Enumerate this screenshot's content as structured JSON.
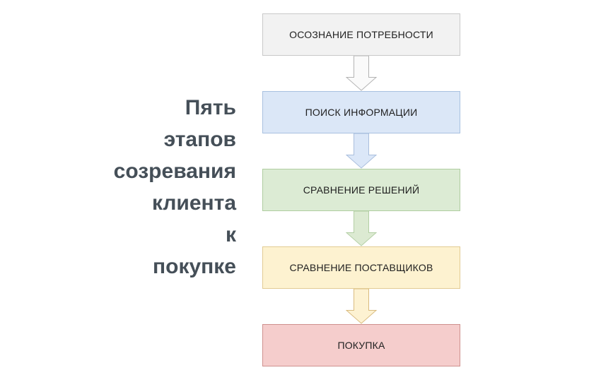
{
  "title": {
    "full_text": "Пять этапов созревания клиента к покупке",
    "lines": [
      "Пять",
      "этапов",
      "созревания",
      "клиента",
      "к",
      "покупке"
    ],
    "color": "#454f58"
  },
  "diagram": {
    "type": "flowchart",
    "direction": "top-down",
    "text_color": "#1f1f1f",
    "stages": [
      {
        "label": "ОСОЗНАНИЕ ПОТРЕБНОСТИ",
        "fill": "#f2f2f2",
        "border": "#c9c9c9",
        "arrow_fill": "#fafafa",
        "arrow_border": "#b3b3b3"
      },
      {
        "label": "ПОИСК ИНФОРМАЦИИ",
        "fill": "#dbe7f7",
        "border": "#a8c1e0",
        "arrow_fill": "#dbe7f8",
        "arrow_border": "#a9bedd"
      },
      {
        "label": "СРАВНЕНИЕ РЕШЕНИЙ",
        "fill": "#dcebd4",
        "border": "#afcda0",
        "arrow_fill": "#dcead2",
        "arrow_border": "#b3cfa4"
      },
      {
        "label": "СРАВНЕНИЕ ПОСТАВЩИКОВ",
        "fill": "#fdf2d0",
        "border": "#e2cb93",
        "arrow_fill": "#fdf2d2",
        "arrow_border": "#d9bb7f"
      },
      {
        "label": "ПОКУПКА",
        "fill": "#f5cdcc",
        "border": "#cf918e"
      }
    ]
  }
}
